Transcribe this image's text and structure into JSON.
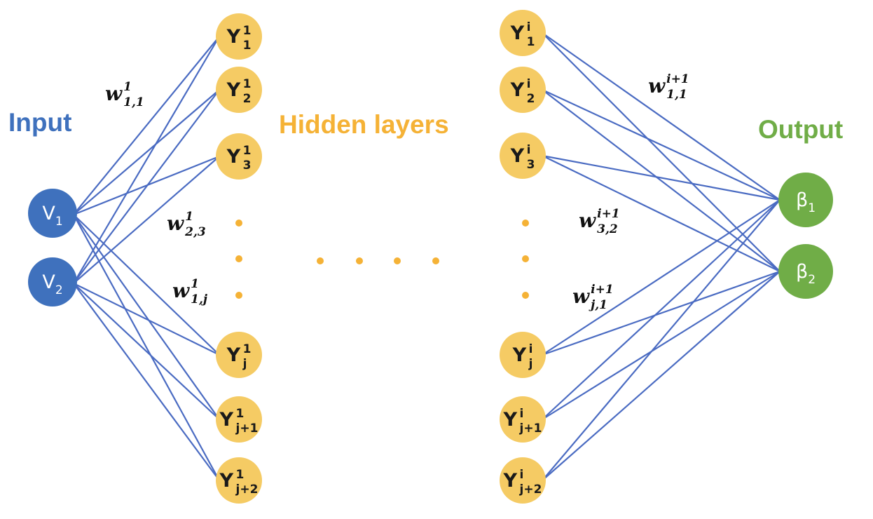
{
  "titles": {
    "input": "Input",
    "hidden": "Hidden layers",
    "output": "Output"
  },
  "colors": {
    "input": "#3f71bd",
    "hidden": "#f5cb64",
    "hidden_title": "#f5b236",
    "output": "#70ad47",
    "edge": "#4a6bc2"
  },
  "input_nodes": [
    {
      "base": "V",
      "sub": "1"
    },
    {
      "base": "V",
      "sub": "2"
    }
  ],
  "hidden_first": [
    {
      "base": "Y",
      "sup": "1",
      "sub": "1"
    },
    {
      "base": "Y",
      "sup": "1",
      "sub": "2"
    },
    {
      "base": "Y",
      "sup": "1",
      "sub": "3"
    },
    {
      "base": "Y",
      "sup": "1",
      "sub": "j"
    },
    {
      "base": "Y",
      "sup": "1",
      "sub": "j+1"
    },
    {
      "base": "Y",
      "sup": "1",
      "sub": "j+2"
    }
  ],
  "hidden_last": [
    {
      "base": "Y",
      "sup": "i",
      "sub": "1"
    },
    {
      "base": "Y",
      "sup": "i",
      "sub": "2"
    },
    {
      "base": "Y",
      "sup": "i",
      "sub": "3"
    },
    {
      "base": "Y",
      "sup": "i",
      "sub": "j"
    },
    {
      "base": "Y",
      "sup": "i",
      "sub": "j+1"
    },
    {
      "base": "Y",
      "sup": "i",
      "sub": "j+2"
    }
  ],
  "output_nodes": [
    {
      "base": "β",
      "sub": "1"
    },
    {
      "base": "β",
      "sub": "2"
    }
  ],
  "weights": {
    "w1_11": {
      "base": "w",
      "sup": "1",
      "sub": "1,1"
    },
    "w1_23": {
      "base": "w",
      "sup": "1",
      "sub": "2,3"
    },
    "w1_1j": {
      "base": "w",
      "sup": "1",
      "sub": "1,j"
    },
    "wi_11": {
      "base": "w",
      "sup": "i+1",
      "sub": "1,1"
    },
    "wi_32": {
      "base": "w",
      "sup": "i+1",
      "sub": "3,2"
    },
    "wi_j1": {
      "base": "w",
      "sup": "i+1",
      "sub": "j,1"
    }
  }
}
